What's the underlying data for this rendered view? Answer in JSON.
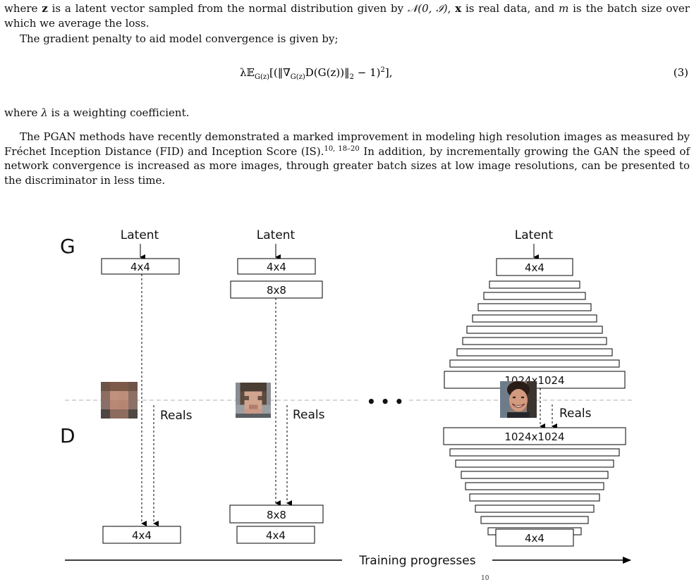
{
  "text": {
    "p1": {
      "where": "where ",
      "z": "z",
      "a": " is a latent vector sampled from the normal distribution given by ",
      "N": "𝒩(0, ℐ)",
      "b": ", ",
      "x": "x",
      "c": " is real data, and ",
      "m": "m",
      "d": " is the batch size over which we average the loss."
    },
    "p2": "The gradient penalty to aid model convergence is given by;",
    "equation": {
      "body": "λ𝔼",
      "sub": "G(z)",
      "rest1": "[(‖∇",
      "sub2": "G(z)",
      "rest2": "D(G(z))‖",
      "sub3": "2",
      "rest3": " − 1)",
      "sup": "2",
      "rest4": "],",
      "number": "(3)"
    },
    "p3": {
      "a": "where ",
      "lambda": "λ",
      "b": " is a weighting coefficient."
    },
    "p4": {
      "a": "The PGAN methods have recently demonstrated a marked improvement in modeling high resolution images as measured by Fréchet Inception Distance (FID) and Inception Score (IS).",
      "refs": "10, 18–20",
      "b": " In addition, by incrementally growing the GAN the speed of network convergence is increased as more images, through greater batch sizes at low image resolutions, can be presented to the discriminator in less time."
    }
  },
  "figure": {
    "generator_label": "G",
    "discriminator_label": "D",
    "latent_label": "Latent",
    "reals_label": "Reals",
    "ellipsis": "• • •",
    "axis_label": "Training progresses",
    "stage1": {
      "g_top": "4x4",
      "d_bottom": "4x4"
    },
    "stage2": {
      "g_top": "4x4",
      "g_next": "8x8",
      "d_top": "8x8",
      "d_bottom": "4x4"
    },
    "stage3": {
      "g_top": "4x4",
      "g_bottom": "1024x1024",
      "d_top": "1024x1024",
      "d_bottom": "4x4"
    },
    "caption_ref": "10"
  },
  "colors": {
    "text": "#111111",
    "box_stroke": "#000000",
    "dashed_line": "#b0b0b0",
    "face_low_res": "#a0786a"
  }
}
